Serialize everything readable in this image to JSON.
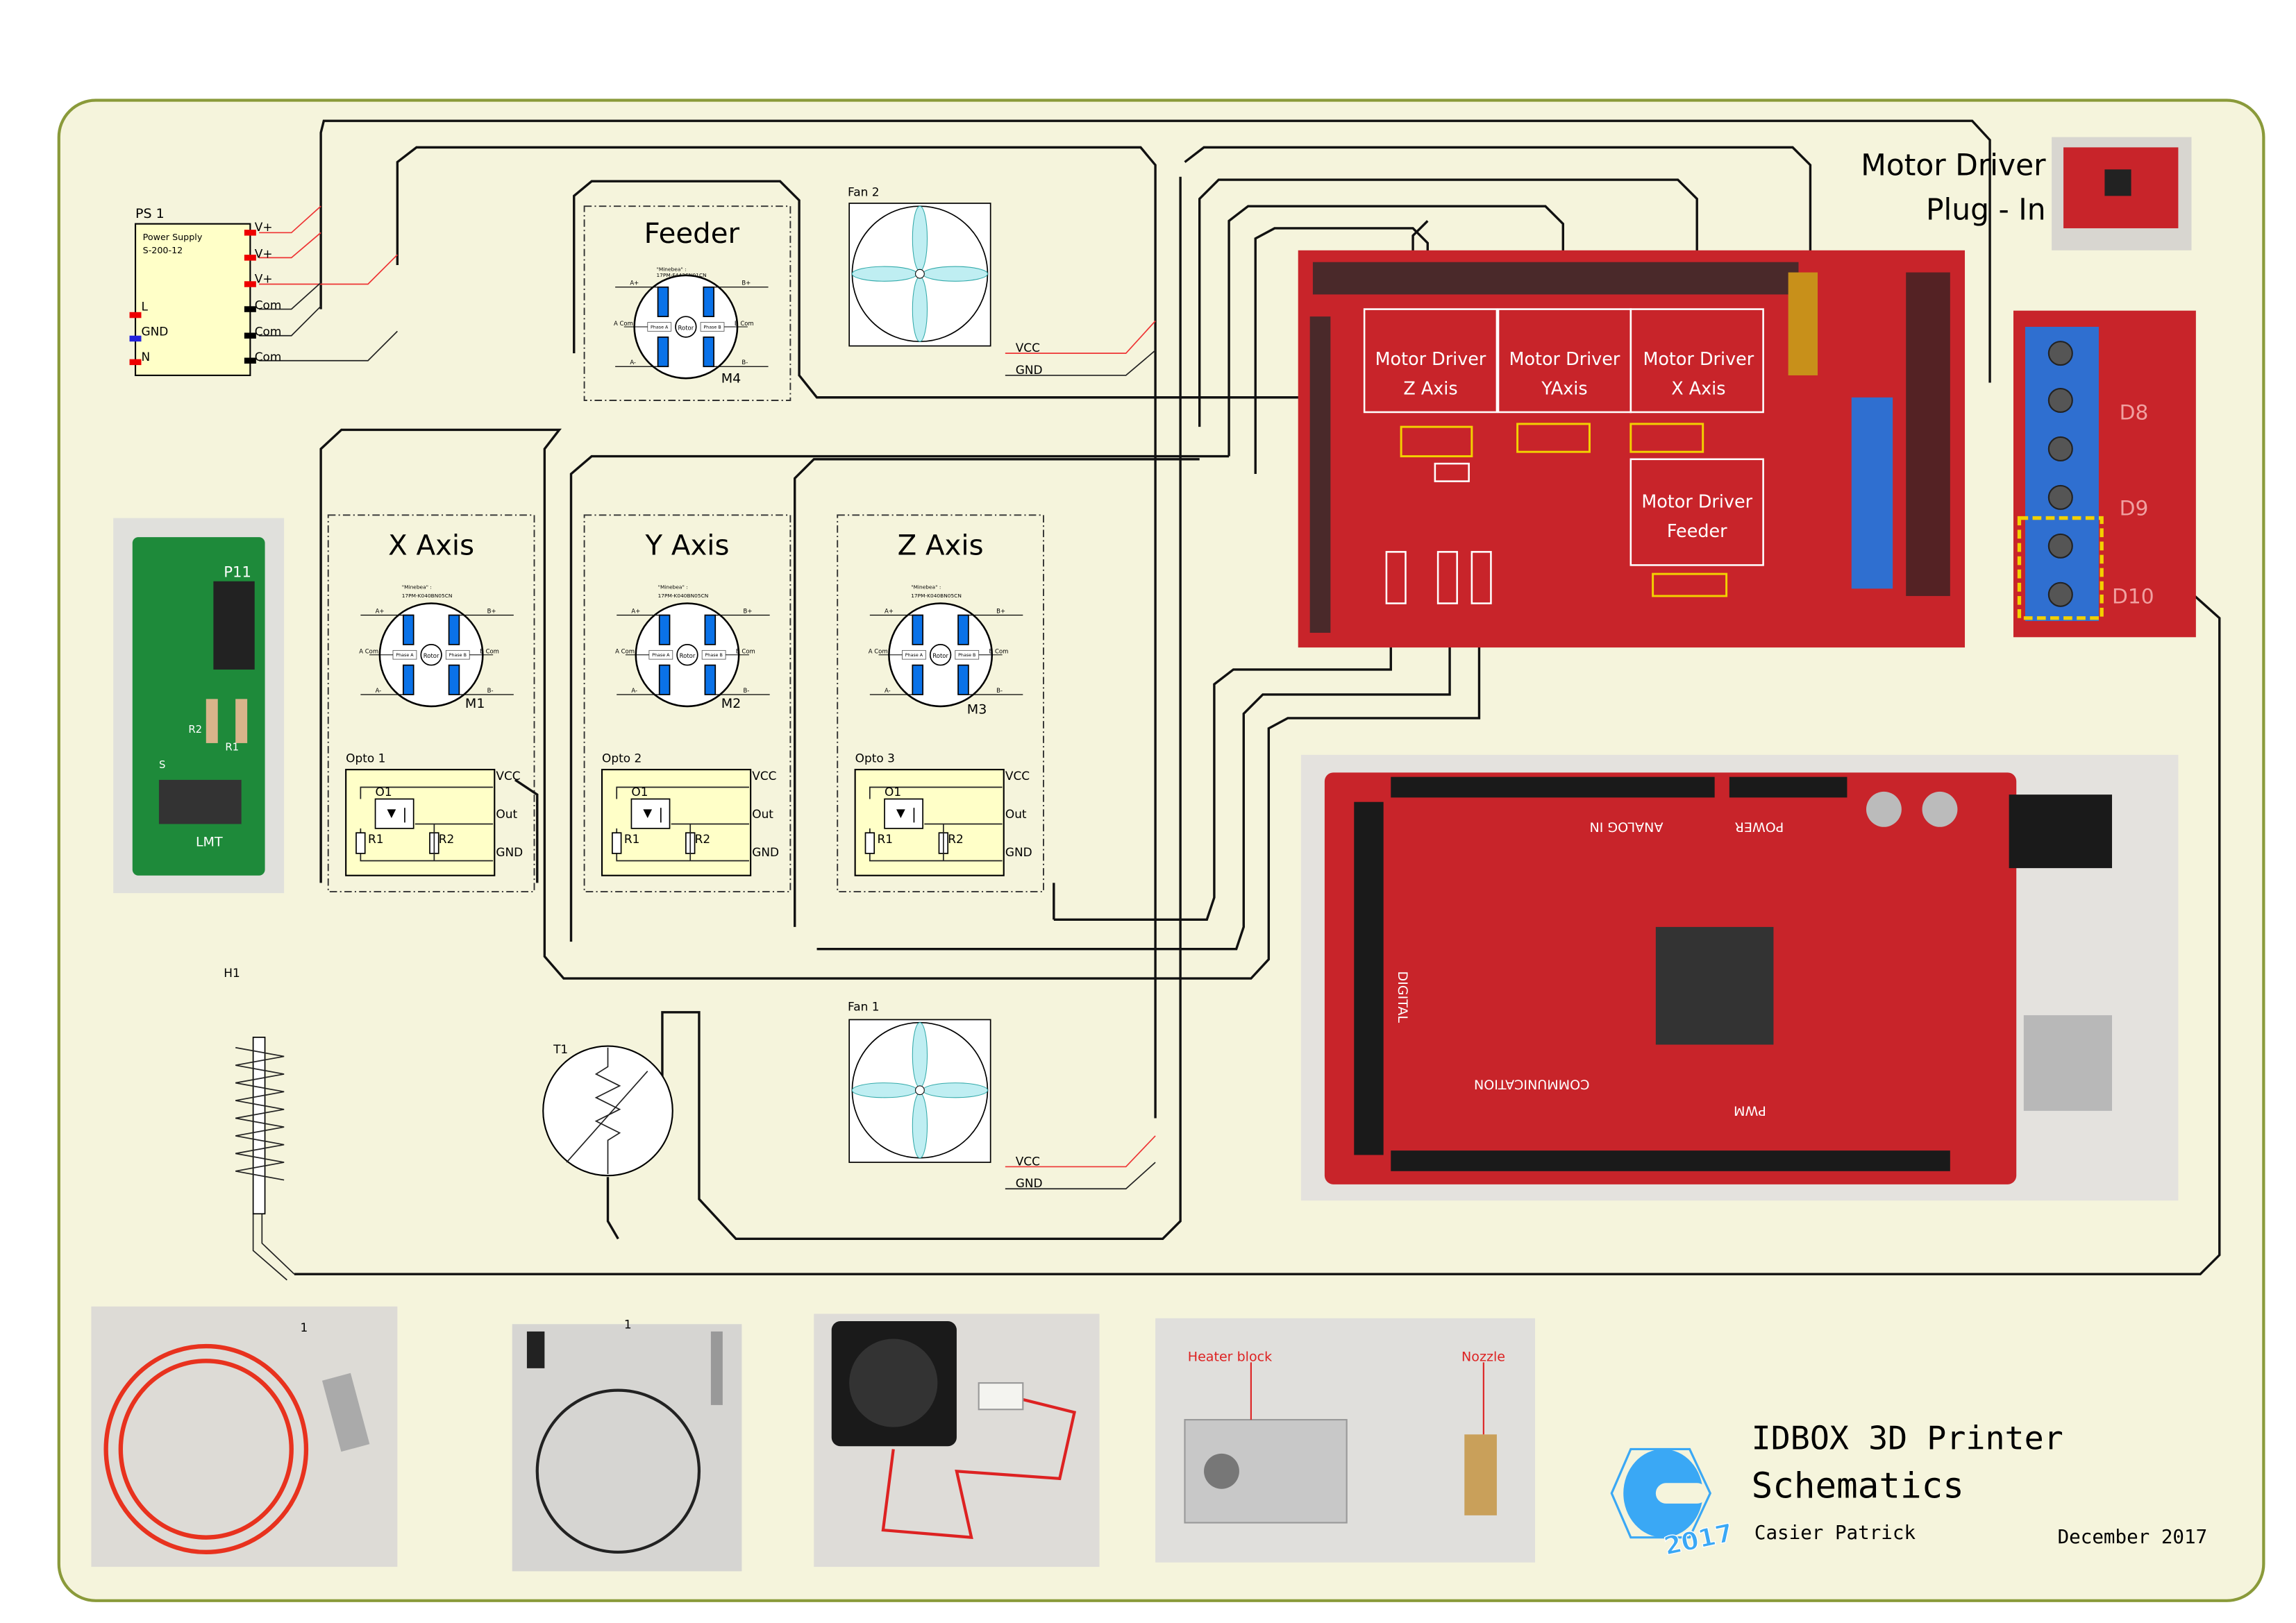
{
  "power_supply": {
    "ref": "PS 1",
    "name": "Power Supply",
    "model": "S-200-12",
    "out_pins": [
      "V+",
      "V+",
      "V+",
      "Com",
      "Com",
      "Com"
    ],
    "in_pins": [
      "L",
      "GND",
      "N"
    ]
  },
  "feeder": {
    "title": "Feeder",
    "maker": "\"Minebea\" :",
    "model": "17PM-F443CN01CN",
    "ref": "M4"
  },
  "axes": [
    {
      "title": "X Axis",
      "maker": "\"Minebea\" :",
      "model": "17PM-K040BN05CN",
      "ref": "M1",
      "opto": "Opto 1"
    },
    {
      "title": "Y Axis",
      "maker": "\"Minebea\" :",
      "model": "17PM-K040BN05CN",
      "ref": "M2",
      "opto": "Opto 2"
    },
    {
      "title": "Z Axis",
      "maker": "\"Minebea\" :",
      "model": "17PM-K040BN05CN",
      "ref": "M3",
      "opto": "Opto 3"
    }
  ],
  "motor_pins": {
    "a_plus": "A+",
    "a_minus": "A-",
    "a_com": "A Com",
    "b_plus": "B+",
    "b_minus": "B-",
    "b_com": "B Com",
    "phase_a": "Phase A",
    "phase_b": "Phase B",
    "rotor": "Rotor"
  },
  "opto_parts": {
    "o1": "O1",
    "r1": "R1",
    "r2": "R2",
    "vcc": "VCC",
    "out": "Out",
    "gnd": "GND"
  },
  "fan2": {
    "title": "Fan 2",
    "vcc": "VCC",
    "gnd": "GND"
  },
  "fan1": {
    "title": "Fan 1",
    "vcc": "VCC",
    "gnd": "GND"
  },
  "heater": {
    "ref": "H1"
  },
  "thermistor": {
    "ref": "T1"
  },
  "endstop_pcb": {
    "ref": "P11",
    "labels": [
      "R2",
      "R1",
      "S",
      "LMT"
    ]
  },
  "ramps": {
    "drivers": [
      {
        "line1": "Motor Driver",
        "line2": "Z Axis"
      },
      {
        "line1": "Motor Driver",
        "line2": "YAxis"
      },
      {
        "line1": "Motor Driver",
        "line2": "X Axis"
      },
      {
        "line1": "Motor Driver",
        "line2": "Feeder"
      }
    ]
  },
  "plug_in": {
    "line1": "Motor Driver",
    "line2": "Plug - In"
  },
  "terminal_labels": [
    "D8",
    "D9",
    "D10"
  ],
  "arduino_labels": {
    "power": "POWER",
    "analog": "ANALOG IN",
    "digital": "DIGITAL",
    "comm": "COMMUNICATION",
    "pwm": "PWM"
  },
  "photos": {
    "callout": "1",
    "heater_block": "Heater block",
    "nozzle": "Nozzle"
  },
  "title_block": {
    "title": "IDBOX 3D Printer",
    "subtitle": "Schematics",
    "author": "Casier Patrick",
    "date": "December 2017",
    "logo_year": "2017"
  },
  "colors": {
    "page": "#f5f4dc",
    "border": "#8a9a3a",
    "component": "#ffffc8",
    "coil": "#0a72e8",
    "board_red": "#c8242a",
    "pcb_green": "#1e8a3a",
    "logo_blue": "#3aa8f5",
    "highlight": "#f2d000"
  }
}
